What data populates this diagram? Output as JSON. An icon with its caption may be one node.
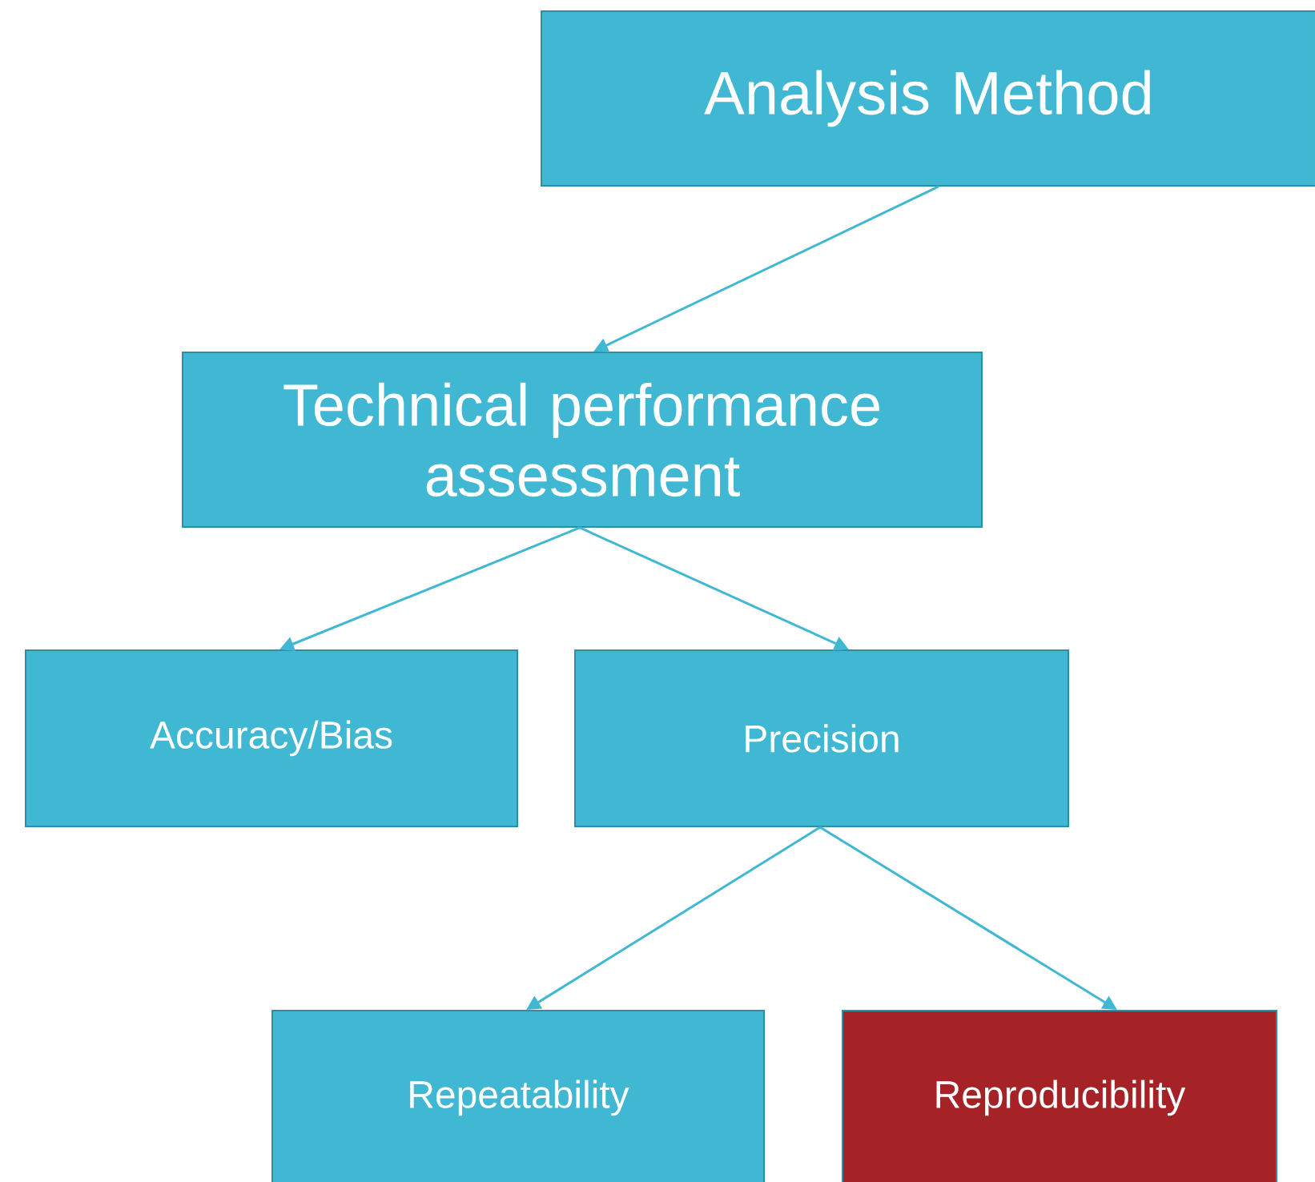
{
  "diagram": {
    "nodes": [
      {
        "text": [
          "Analysis Method"
        ]
      },
      {
        "text": [
          "Technical performance assessment"
        ]
      },
      {
        "text": [
          "Accuracy/Bias"
        ]
      },
      {
        "text": [
          "Precision"
        ]
      },
      {
        "text": [
          "Repeatability"
        ]
      },
      {
        "text": [
          "Reproducibility"
        ]
      }
    ],
    "edges": [
      {
        "from": 0,
        "to": 1,
        "arrow": "to"
      },
      {
        "from": 1,
        "to": 2,
        "arrow": "to"
      },
      {
        "from": 1,
        "to": 3,
        "arrow": "to"
      },
      {
        "from": 3,
        "to": 4,
        "arrow": "to"
      },
      {
        "from": 3,
        "to": 5,
        "arrow": "to"
      }
    ]
  }
}
